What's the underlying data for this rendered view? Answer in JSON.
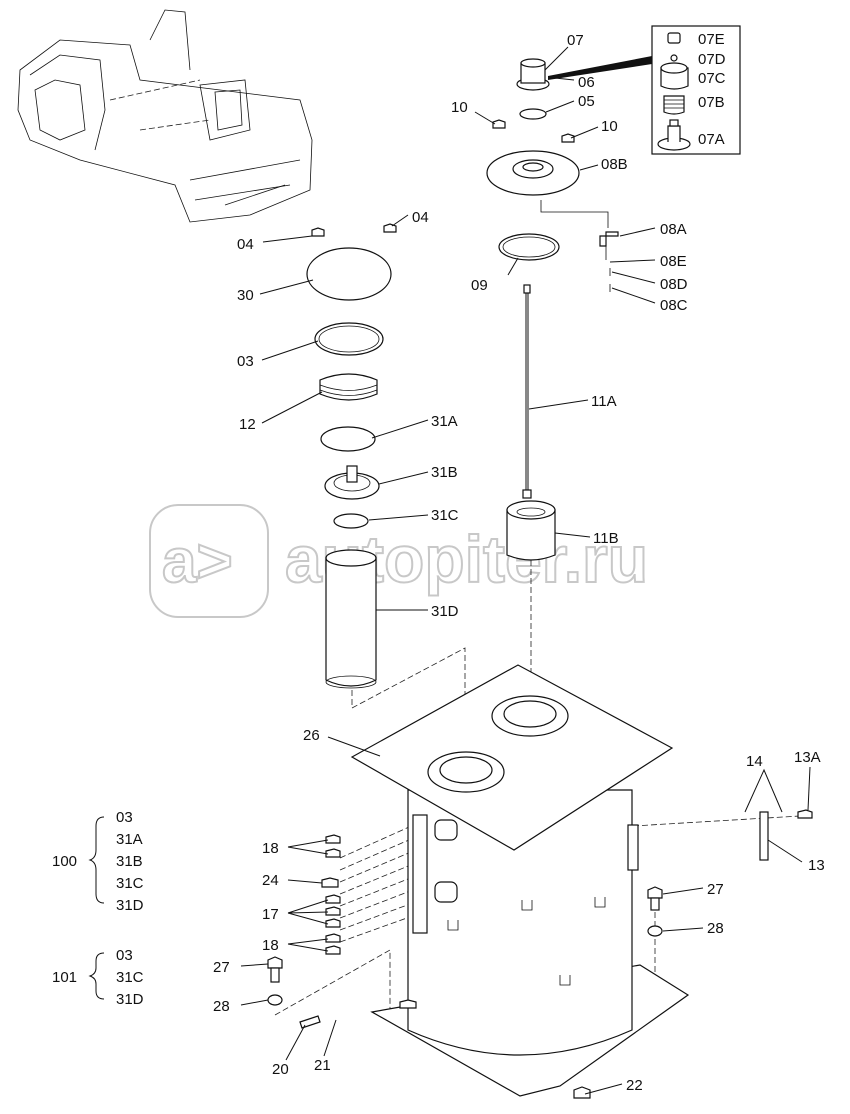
{
  "watermark": {
    "text": "autopiter.ru"
  },
  "callouts": {
    "p07": "07",
    "p06": "06",
    "p05": "05",
    "p10a": "10",
    "p10b": "10",
    "p08B": "08B",
    "p07E": "07E",
    "p07D": "07D",
    "p07C": "07C",
    "p07B": "07B",
    "p07A": "07A",
    "p04a": "04",
    "p04b": "04",
    "p30": "30",
    "p03": "03",
    "p12": "12",
    "p08A": "08A",
    "p08E": "08E",
    "p08D": "08D",
    "p08C": "08C",
    "p09": "09",
    "p11A": "11A",
    "p31A": "31A",
    "p31B": "31B",
    "p31C": "31C",
    "p31D": "31D",
    "p11B": "11B",
    "p26": "26",
    "p14": "14",
    "p13A": "13A",
    "p13": "13",
    "p18a": "18",
    "p24": "24",
    "p17": "17",
    "p18b": "18",
    "p27a": "27",
    "p28a": "28",
    "p27b": "27",
    "p28b": "28",
    "p20": "20",
    "p21": "21",
    "p22": "22"
  },
  "kits": [
    {
      "code": "100",
      "items": [
        "03",
        "31A",
        "31B",
        "31C",
        "31D"
      ]
    },
    {
      "code": "101",
      "items": [
        "03",
        "31C",
        "31D"
      ]
    }
  ]
}
